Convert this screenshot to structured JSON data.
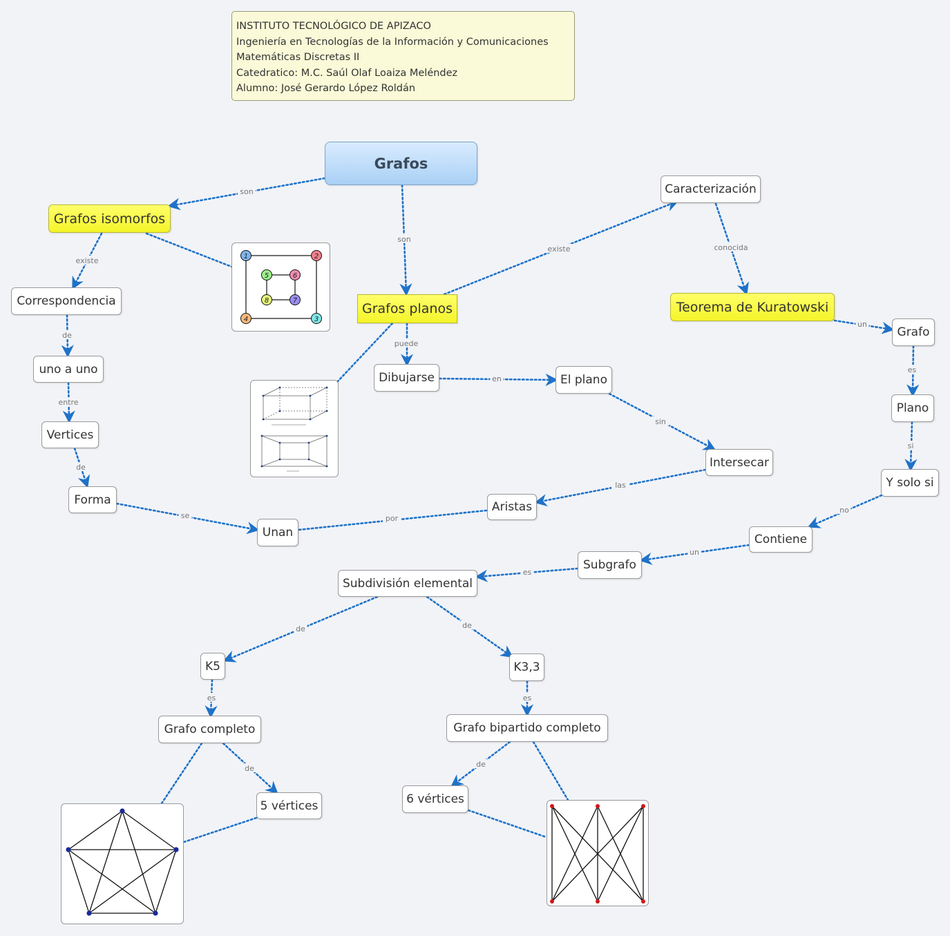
{
  "header": {
    "lines": [
      "INSTITUTO TECNOLÓGICO DE APIZACO",
      "Ingeniería en Tecnologías de la Información y Comunicaciones",
      "Matemáticas Discretas II",
      "Catedratico: M.C. Saúl Olaf Loaiza Meléndez",
      "Alumno: José Gerardo López Roldán"
    ]
  },
  "nodes": {
    "grafos": "Grafos",
    "isomorfos": "Grafos isomorfos",
    "planos": "Grafos planos",
    "caracterizacion": "Caracterización",
    "kuratowski": "Teorema de Kuratowski",
    "correspondencia": "Correspondencia",
    "uno_a_uno": "uno a uno",
    "vertices": "Vertices",
    "forma": "Forma",
    "unan": "Unan",
    "dibujarse": "Dibujarse",
    "el_plano": "El plano",
    "intersecar": "Intersecar",
    "aristas": "Aristas",
    "grafo": "Grafo",
    "plano": "Plano",
    "y_solo_si": "Y solo si",
    "contiene": "Contiene",
    "subgrafo": "Subgrafo",
    "subdivision": "Subdivisión elemental",
    "k5": "K5",
    "k33": "K3,3",
    "grafo_completo": "Grafo completo",
    "cinco_vertices": "5 vértices",
    "grafo_bipartido": "Grafo bipartido completo",
    "seis_vertices": "6 vértices"
  },
  "edge_labels": {
    "grafos_isomorfos": "son",
    "grafos_planos": "son",
    "planos_caracterizacion": "existe",
    "caracterizacion_kuratowski": "conocida",
    "isomorfos_correspondencia": "existe",
    "correspondencia_uno": "de",
    "uno_vertices": "entre",
    "vertices_forma": "de",
    "forma_unan": "se",
    "aristas_unan": "por",
    "planos_dibujarse": "puede",
    "dibujarse_plano": "en",
    "plano_intersecar": "sin",
    "intersecar_aristas": "las",
    "kuratowski_grafo": "un",
    "grafo_plano": "es",
    "plano_ysolosi": "si",
    "ysolosi_contiene": "no",
    "contiene_subgrafo": "un",
    "subgrafo_subdivision": "es",
    "subdivision_k5": "de",
    "subdivision_k33": "de",
    "k5_completo": "es",
    "k33_bipartido": "es",
    "completo_cinco": "de",
    "bipartido_seis": "de"
  },
  "cube_graph_labels": [
    "1",
    "2",
    "3",
    "4",
    "5",
    "6",
    "7",
    "8"
  ],
  "cube_graph_colors": {
    "1": "#7fb2ea",
    "2": "#ef7f8a",
    "3": "#7fe6e6",
    "4": "#f6b97a",
    "5": "#9cf08c",
    "6": "#f08cb0",
    "7": "#9a8cf0",
    "8": "#e6f47a"
  },
  "edge_color": "#1f72c8"
}
